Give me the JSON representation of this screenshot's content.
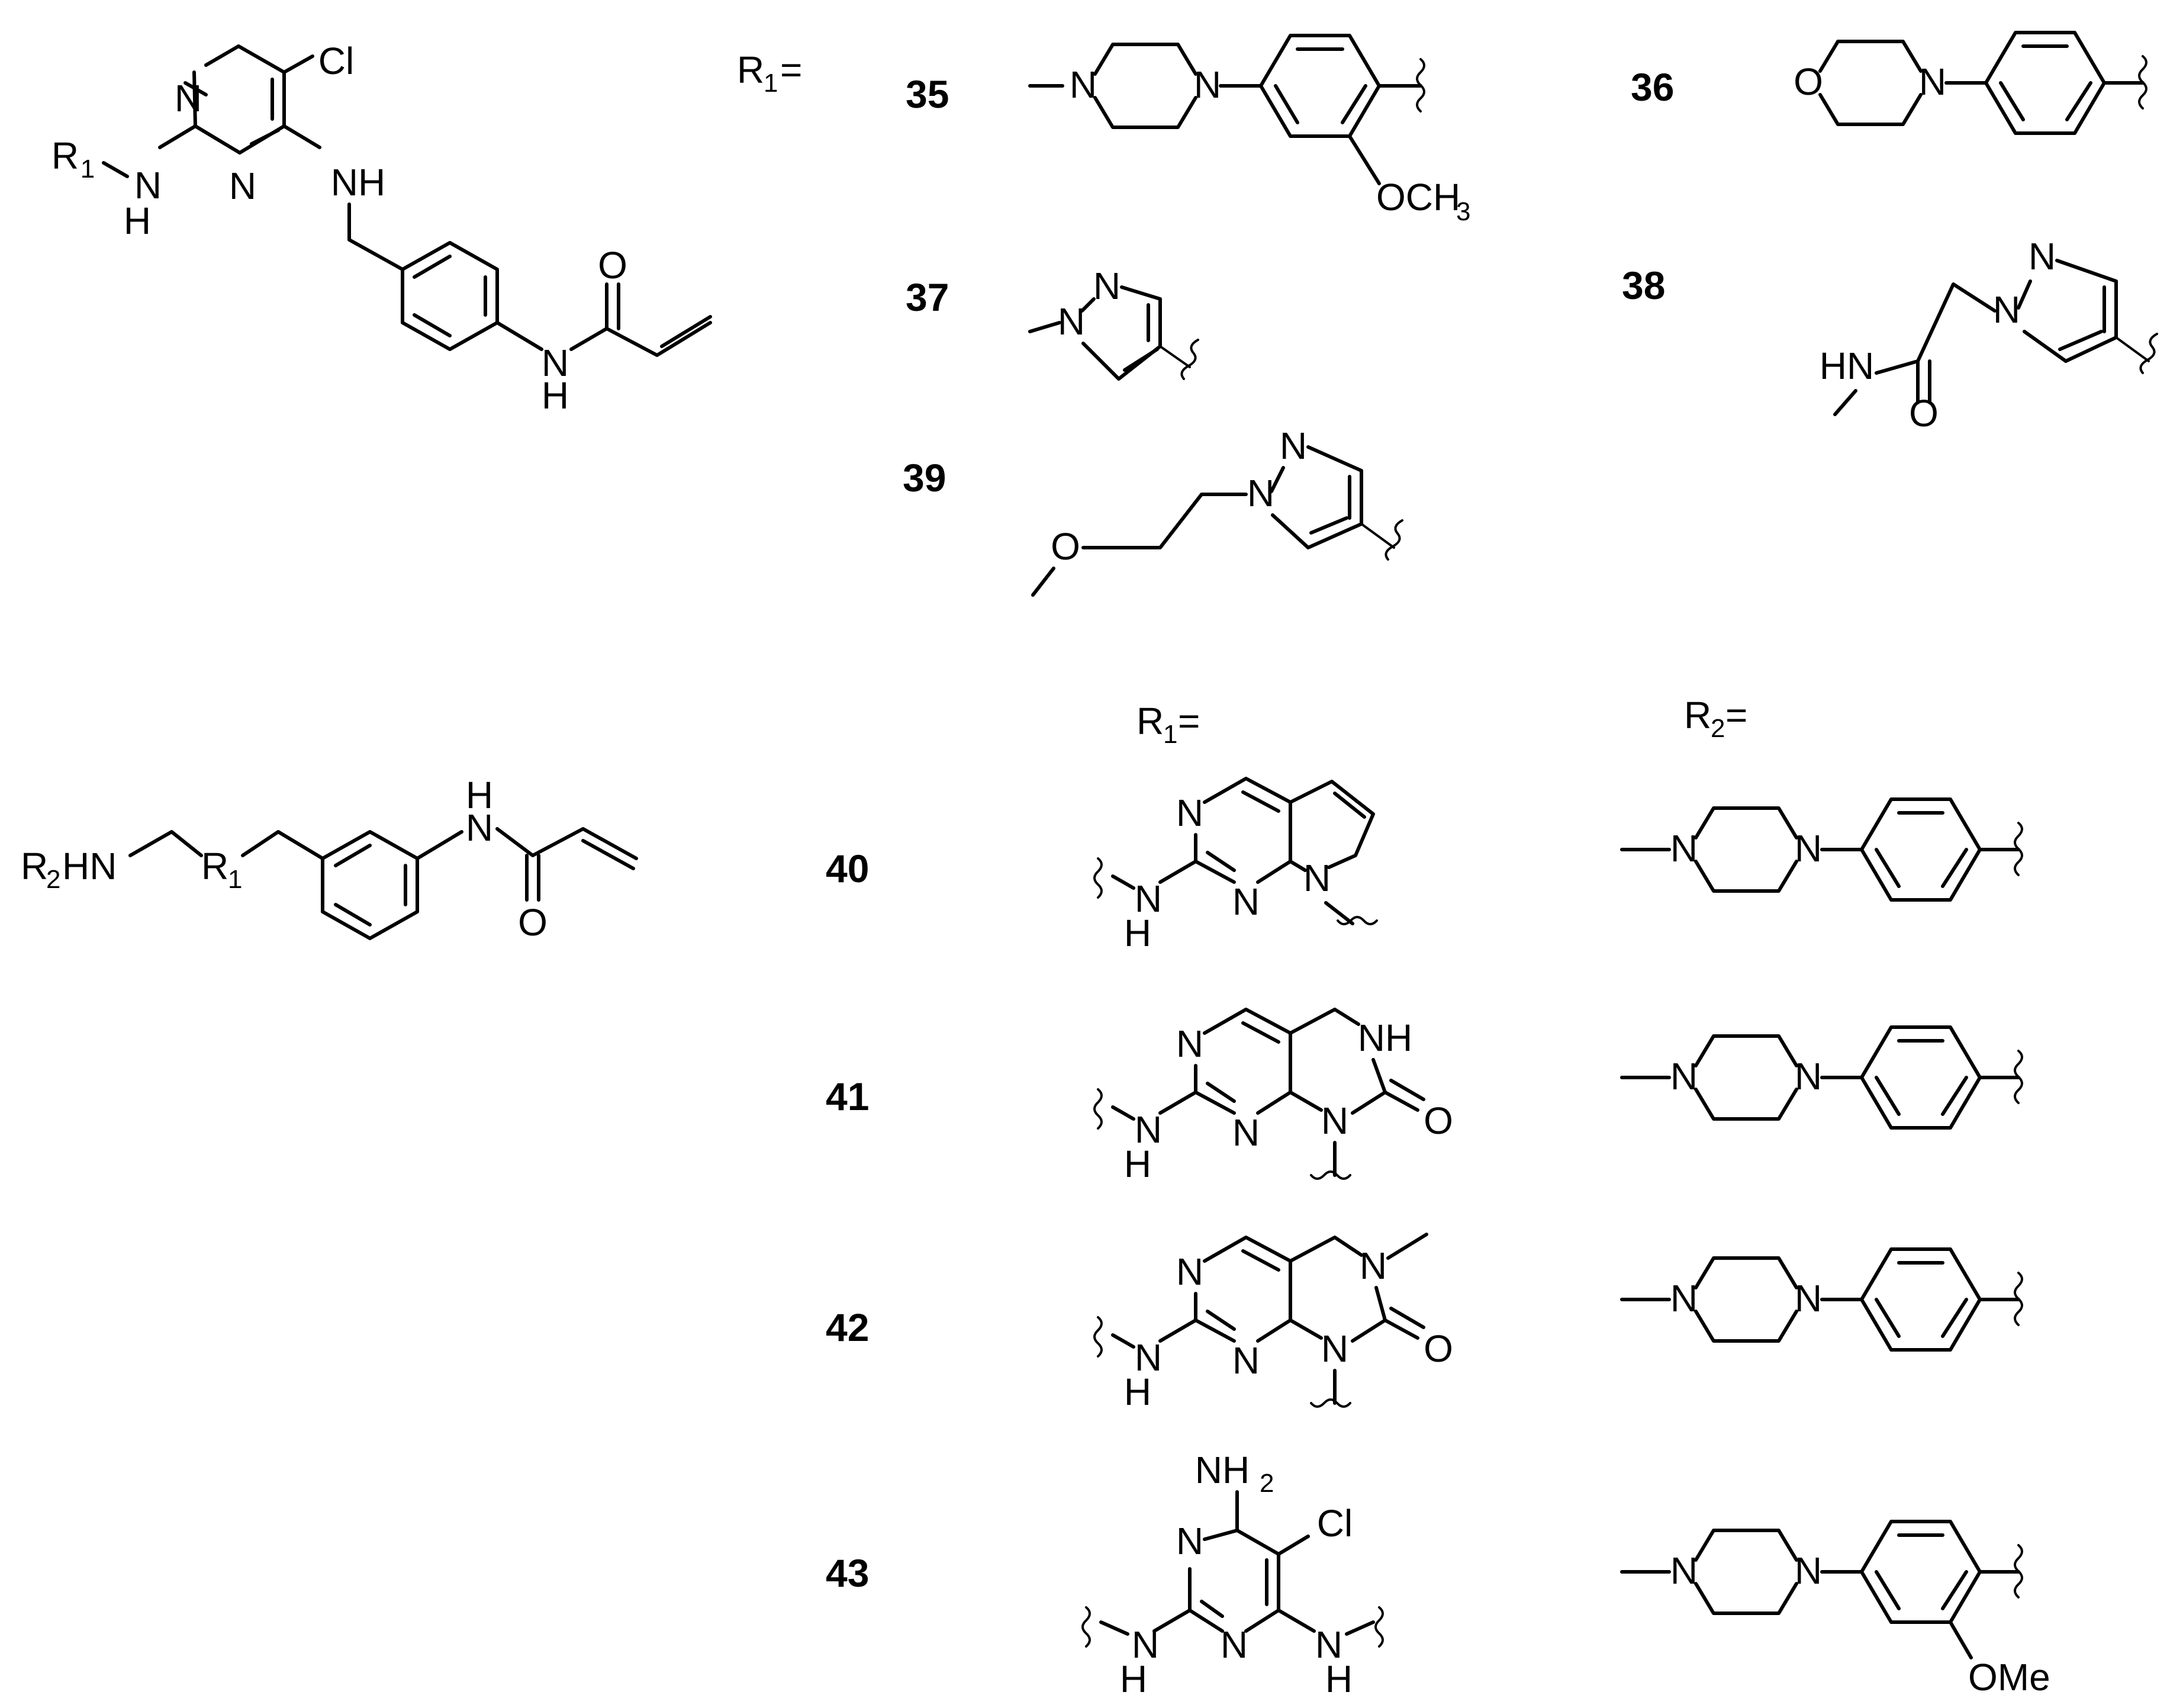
{
  "scheme": {
    "top_core": {
      "atoms": {
        "cl": "Cl",
        "n_ring_top": "N",
        "n_ring_bottom": "N",
        "nh_right": "NH",
        "r": "R",
        "r_sub": "1",
        "nh_left_n": "N",
        "nh_left_h": "H",
        "amide_nh": "N",
        "amide_h": "H",
        "amide_o": "O"
      }
    },
    "top_r1_label": {
      "r": "R",
      "sub": "1",
      "eq": " ="
    },
    "compound_35": {
      "number": "35",
      "atoms": {
        "n1": "N",
        "n2": "N",
        "ome": "OCH",
        "ome_sub": "3"
      }
    },
    "compound_36": {
      "number": "36",
      "atoms": {
        "o": "O",
        "n": "N"
      }
    },
    "compound_37": {
      "number": "37",
      "atoms": {
        "n1": "N",
        "n2": "N"
      }
    },
    "compound_38": {
      "number": "38",
      "atoms": {
        "n1": "N",
        "n2": "N",
        "hn": "HN",
        "o": "O"
      }
    },
    "compound_39": {
      "number": "39",
      "atoms": {
        "n1": "N",
        "n2": "N",
        "o": "O"
      }
    },
    "bottom_core": {
      "atoms": {
        "r2hn": "R",
        "r2_sub": "2",
        "r2_rest": "HN",
        "r1": "R",
        "r1_sub": "1",
        "h": "H",
        "n": "N",
        "o": "O"
      }
    },
    "bottom_r1_header": {
      "r": "R",
      "sub": "1",
      "eq": " ="
    },
    "bottom_r2_header": {
      "r": "R",
      "sub": "2",
      "eq": " ="
    },
    "compound_40": {
      "number": "40",
      "r1_atoms": {
        "n_top": "N",
        "n_mid": "N",
        "nh_n": "N",
        "nh_h": "H",
        "n_pyrrole": "N"
      },
      "r2_atoms": {
        "n1": "N",
        "n2": "N"
      }
    },
    "compound_41": {
      "number": "41",
      "r1_atoms": {
        "n_top": "N",
        "n_mid": "N",
        "nh_n": "N",
        "nh_h": "H",
        "nh_ring": "NH",
        "n_ring": "N",
        "o": "O"
      },
      "r2_atoms": {
        "n1": "N",
        "n2": "N"
      }
    },
    "compound_42": {
      "number": "42",
      "r1_atoms": {
        "n_top": "N",
        "n_mid": "N",
        "nh_n": "N",
        "nh_h": "H",
        "n_me": "N",
        "n_ring": "N",
        "o": "O"
      },
      "r2_atoms": {
        "n1": "N",
        "n2": "N"
      }
    },
    "compound_43": {
      "number": "43",
      "r1_atoms": {
        "nh2": "NH",
        "nh2_sub": "2",
        "cl": "Cl",
        "n_top": "N",
        "n_mid": "N",
        "nh_l_n": "N",
        "nh_l_h": "H",
        "nh_r_n": "N",
        "nh_r_h": "H"
      },
      "r2_atoms": {
        "n1": "N",
        "n2": "N",
        "ome": "OMe"
      }
    }
  }
}
